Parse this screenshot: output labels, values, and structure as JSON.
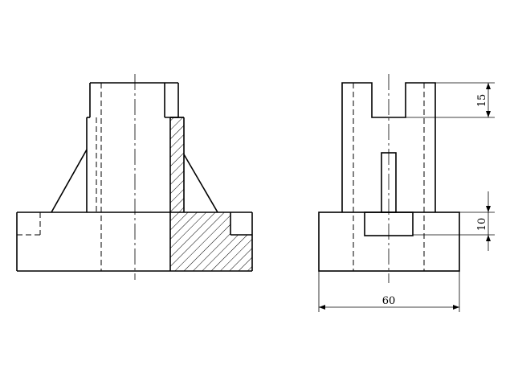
{
  "dimensions": {
    "slot_depth": "15",
    "base_height": "10",
    "overall_width": "60"
  },
  "colors": {
    "line": "#000000",
    "background": "#ffffff"
  }
}
